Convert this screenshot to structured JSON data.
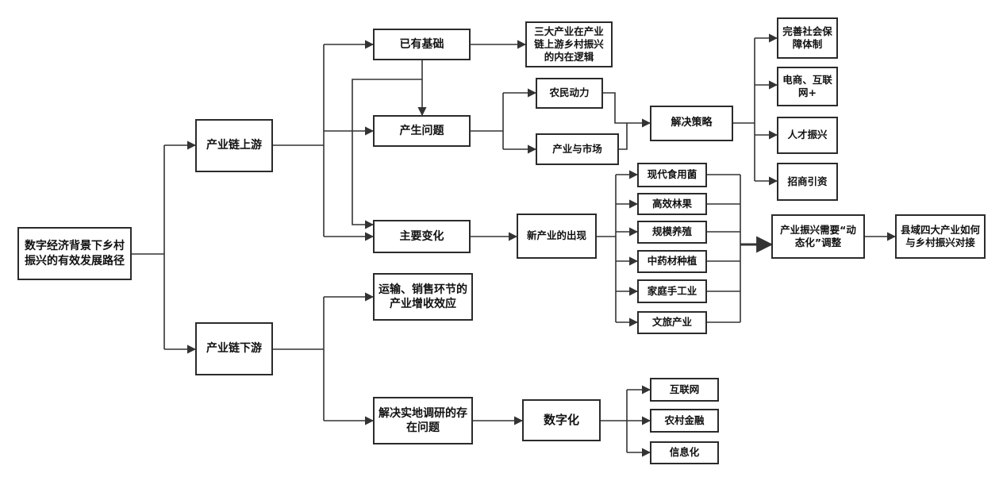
{
  "nodes": {
    "root": "数字经济背景下乡村振兴的有效发展路径",
    "upstream": "产业链上游",
    "downstream": "产业链下游",
    "existing_basis": "已有基础",
    "problems": "产生问题",
    "major_changes": "主要变化",
    "inner_logic": "三大产业在产业链上游乡村振兴的内在逻辑",
    "farmer_motivation": "农民动力",
    "industry_market": "产业与市场",
    "solutions": "解决策略",
    "social_security": "完善社会保障体制",
    "ecommerce": "电商、互联网+",
    "talent": "人才振兴",
    "investment": "招商引资",
    "new_industry": "新产业的出现",
    "edible_fungi": "现代食用菌",
    "forest_fruit": "高效林果",
    "large_breeding": "规模养殖",
    "herbal_planting": "中药材种植",
    "handicraft": "家庭手工业",
    "culture_tourism": "文旅产业",
    "dynamic_adjust": "产业振兴需要“动态化”调整",
    "county_docking": "县域四大产业如何与乡村振兴对接",
    "transport_sales": "运输、销售环节的产业增收效应",
    "field_research": "解决实地调研的存在问题",
    "digitalization": "数字化",
    "internet": "互联网",
    "rural_finance": "农村金融",
    "informatization": "信息化"
  }
}
